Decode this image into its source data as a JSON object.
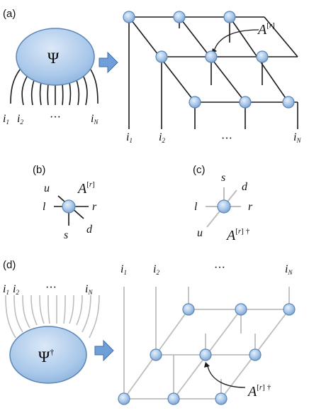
{
  "panels": {
    "a": "(a)",
    "b": "(b)",
    "c": "(c)",
    "d": "(d)"
  },
  "psi": {
    "symbol": "Ψ",
    "dagger": "†"
  },
  "tensor": {
    "name": "A",
    "site": "[",
    "vec": "r",
    "close": "]",
    "dagger": "†"
  },
  "legs": {
    "u": "u",
    "l": "l",
    "r": "r",
    "s": "s",
    "d": "d"
  },
  "indices": {
    "i": "i",
    "sub1": "1",
    "sub2": "2",
    "subN": "N",
    "ellipsis": "···"
  },
  "colors": {
    "node_fill": "#a9c8ea",
    "node_stroke": "#5c86b5",
    "arrow_fill": "#6f9fd8",
    "line_dark": "#1a1a1a",
    "line_light": "#bdbdbd"
  }
}
